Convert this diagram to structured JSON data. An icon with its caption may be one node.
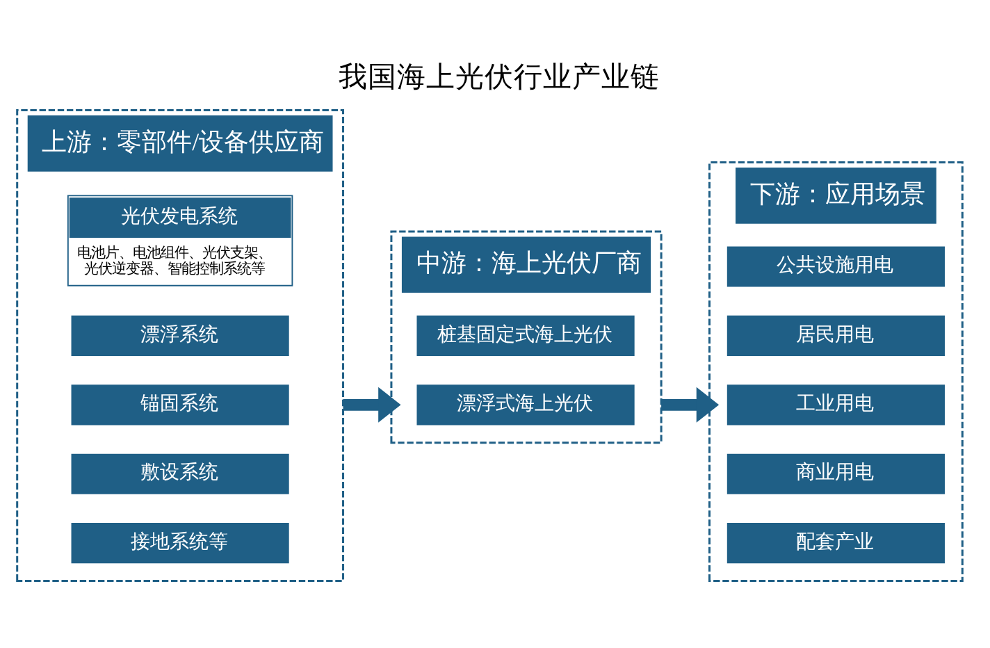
{
  "diagram": {
    "title": "我国海上光伏行业产业链",
    "nodes": [
      {
        "text": [
          "上游：零部件/设备供应商"
        ]
      },
      {
        "text": [
          "光伏发电系统",
          "电池片、电池组件、光伏支架、光伏逆变器、智能控制系统等"
        ],
        "in": 0
      },
      {
        "text": [
          "漂浮系统"
        ],
        "in": 0
      },
      {
        "text": [
          "锚固系统"
        ],
        "in": 0
      },
      {
        "text": [
          "敷设系统"
        ],
        "in": 0
      },
      {
        "text": [
          "接地系统等"
        ],
        "in": 0
      },
      {
        "text": [
          "中游：海上光伏厂商"
        ]
      },
      {
        "text": [
          "桩基固定式海上光伏"
        ],
        "in": 6
      },
      {
        "text": [
          "漂浮式海上光伏"
        ],
        "in": 6
      },
      {
        "text": [
          "下游：应用场景"
        ]
      },
      {
        "text": [
          "公共设施用电"
        ],
        "in": 9
      },
      {
        "text": [
          "居民用电"
        ],
        "in": 9
      },
      {
        "text": [
          "工业用电"
        ],
        "in": 9
      },
      {
        "text": [
          "商业用电"
        ],
        "in": 9
      },
      {
        "text": [
          "配套产业"
        ],
        "in": 9
      }
    ],
    "edges": [
      {
        "from": 0,
        "to": 6,
        "arrow": "to"
      },
      {
        "from": 6,
        "to": 9,
        "arrow": "to"
      }
    ]
  }
}
